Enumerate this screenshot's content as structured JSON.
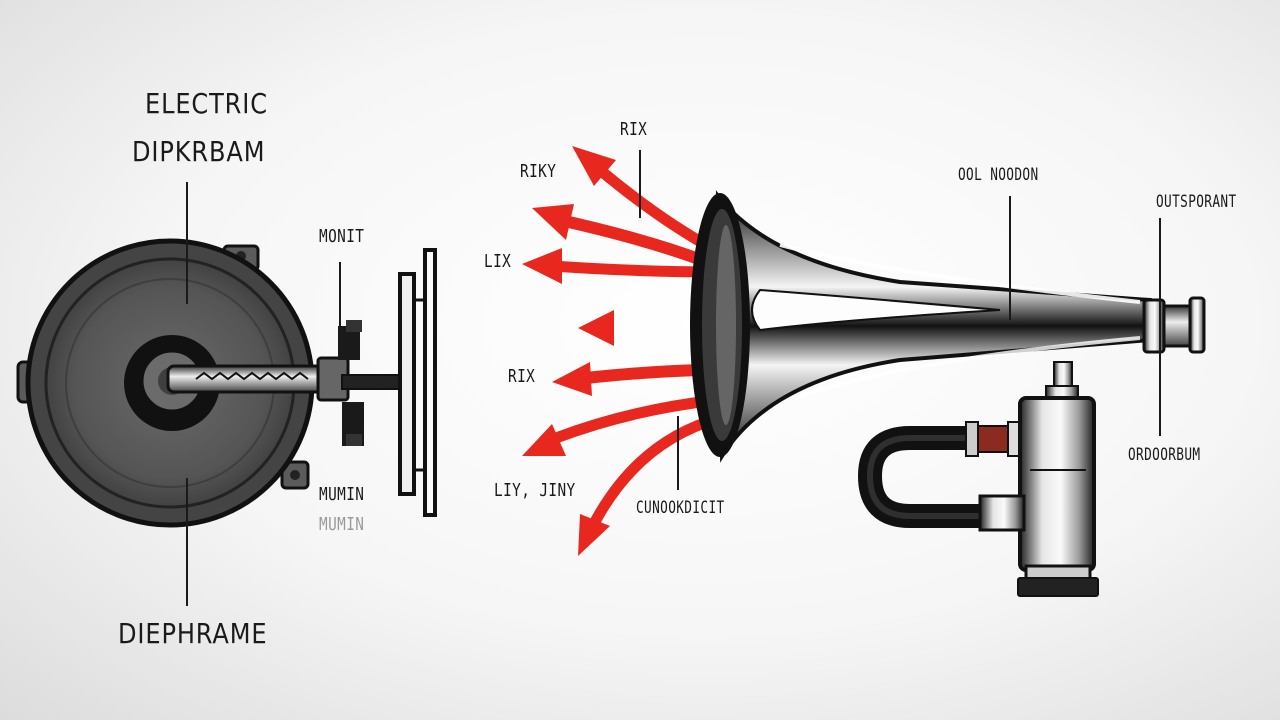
{
  "labels": {
    "electric": "ELECTRIC",
    "diaphragm_top": "DIPKRBAM",
    "diaphragm_bottom": "DIEPHRAME",
    "monit": "MONIT",
    "mumin": "MUMIN",
    "mumin_reflection": "MUMIN",
    "rix_top": "RIX",
    "riky": "RIKY",
    "lix": "LIX",
    "rix_mid": "RIX",
    "liy_jiny": "LIY, JINY",
    "connector": "CUNOOKDICIT",
    "oil_induction": "OOL NOODON",
    "outlet": "OUTSPORANT",
    "ordoorbum": "ORDOORBUM"
  },
  "colors": {
    "arrow_red": "#e8281e",
    "metal_dark": "#111111",
    "diaphragm_gray": "#5a5a5a",
    "background": "#f4f4f4"
  }
}
